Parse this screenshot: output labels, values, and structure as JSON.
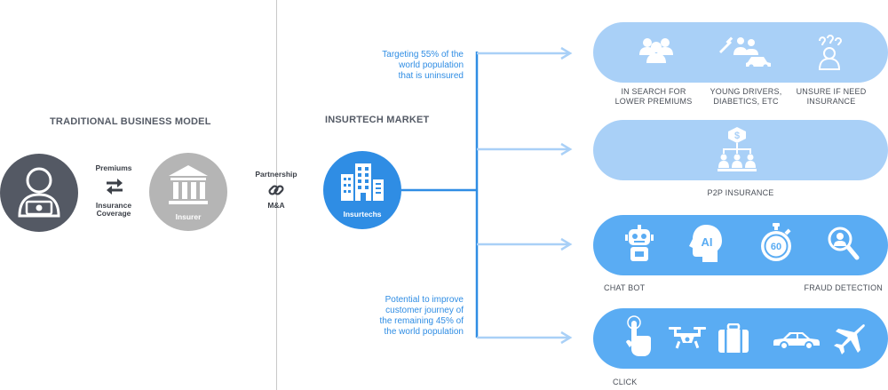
{
  "left": {
    "heading": "TRADITIONAL BUSINESS MODEL",
    "premiums": "Premiums",
    "coverage_1": "Insurance",
    "coverage_2": "Coverage",
    "insurer": "Insurer"
  },
  "middle": {
    "partnership": "Partnership",
    "ma": "M&A"
  },
  "market": {
    "heading": "INSURTECH MARKET",
    "insurtechs": "Insurtechs"
  },
  "notes": {
    "top": [
      "Targeting 55% of the",
      "world population",
      "that is uninsured"
    ],
    "bottom": [
      "Potential to improve",
      "customer journey of",
      "the remaining 45% of",
      "the world population"
    ]
  },
  "segments": {
    "row1": [
      "IN SEARCH FOR",
      "LOWER PREMIUMS",
      "YOUNG DRIVERS,",
      "DIABETICS, ETC",
      "UNSURE IF NEED",
      "INSURANCE"
    ],
    "row2": "P2P INSURANCE",
    "row3_left": "CHAT BOT",
    "row3_right": "FRAUD DETECTION",
    "row4": "CLICK"
  },
  "icon_labels": {
    "ai": "AI",
    "timer": "60"
  },
  "colors": {
    "pill_light": "#a9d0f7",
    "pill_mid": "#5aacf3",
    "accent": "#2f8de4",
    "gray_dark": "#555b66",
    "gray_light": "#b5b5b5"
  }
}
